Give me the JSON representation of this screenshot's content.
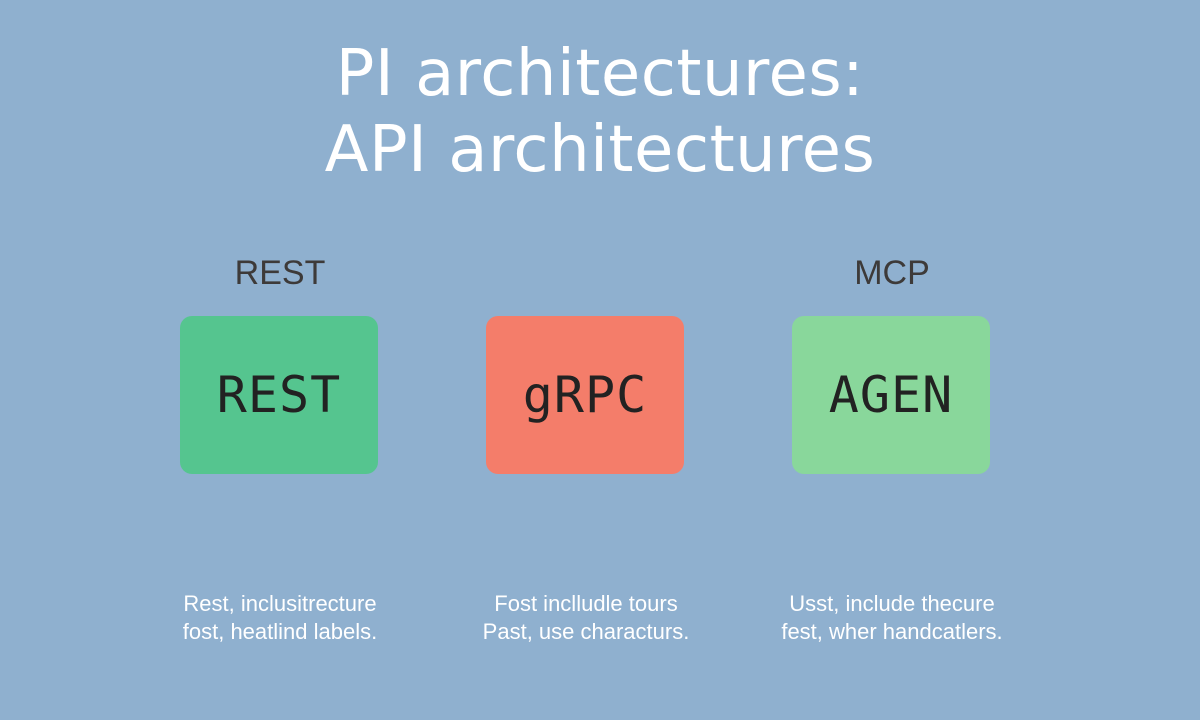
{
  "title": {
    "line1": "PI architectures:",
    "line2": "API architectures"
  },
  "colors": {
    "background": "#8fb0cf",
    "rest_card": "#55c58f",
    "grpc_card": "#f47d6a",
    "agen_card": "#89d79b"
  },
  "columns": [
    {
      "heading": "REST",
      "card_label": "REST",
      "caption_line1": "Rest, inclusitrecture",
      "caption_line2": "fost, heatlind labels."
    },
    {
      "heading": "",
      "card_label": "gRPC",
      "caption_line1": "Fost inclludle tours",
      "caption_line2": "Past, use characturs."
    },
    {
      "heading": "MCP",
      "card_label": "AGEN",
      "caption_line1": "Usst, include thecure",
      "caption_line2": "fest, wher handcatlers."
    }
  ]
}
